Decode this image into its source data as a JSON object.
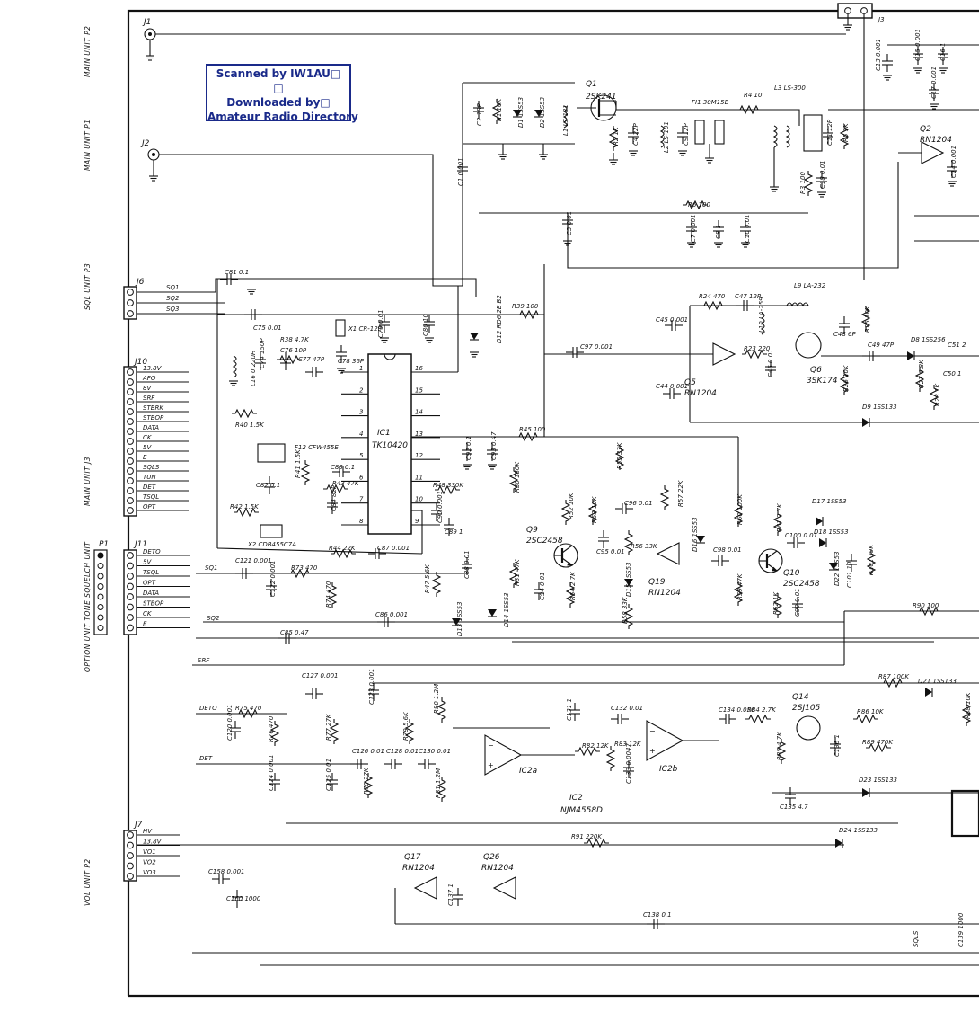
{
  "stamp": {
    "line1": "Scanned by IW1AU□",
    "line2": "□",
    "line3": "Downloaded by□",
    "line4": "Amateur Radio Directory"
  },
  "unit_labels": {
    "main_p2": "MAIN UNIT P2",
    "main_p1": "MAIN UNIT P1",
    "sql_p3": "SQL UNIT P3",
    "main_j3": "MAIN UNIT J3",
    "option": "OPTION UNIT TONE SQUELCH UNIT",
    "vol_p2": "VOL UNIT P2"
  },
  "connectors": {
    "j1": "J1",
    "j2": "J2",
    "j3": "J3",
    "j6": "J6",
    "j10": "J10",
    "j11": "J11",
    "j7": "J7",
    "p1": "P1",
    "j6_pins": [
      "SQ1",
      "SQ2",
      "SQ3"
    ],
    "j10_pins": [
      "13.8V",
      "AFO",
      "8V",
      "SRF",
      "STBRK",
      "STBOP",
      "DATA",
      "CK",
      "5V",
      "E",
      "SQLS",
      "TUN",
      "DET",
      "TSQL",
      "OPT"
    ],
    "j11_pins": [
      "DETO",
      "5V",
      "TSQL",
      "OPT",
      "DATA",
      "STBOP",
      "CK",
      "E"
    ],
    "j7_pins": [
      "HV",
      "13.8V",
      "VO1",
      "VO2",
      "VO3"
    ]
  },
  "ics": {
    "ic1_ref": "IC1",
    "ic1_part": "TK10420",
    "ic2_ref": "IC2",
    "ic2_part": "NJM4558D",
    "ic2a": "IC2a",
    "ic2b": "IC2b",
    "ic1_pins_left": [
      "1",
      "2",
      "3",
      "4",
      "5",
      "6",
      "7",
      "8"
    ],
    "ic1_pins_right": [
      "16",
      "15",
      "14",
      "13",
      "12",
      "11",
      "10",
      "9"
    ]
  },
  "transistors": [
    {
      "ref": "Q1",
      "part": "2SK241"
    },
    {
      "ref": "Q2",
      "part": "RN1204"
    },
    {
      "ref": "Q5",
      "part": "RN1204"
    },
    {
      "ref": "Q6",
      "part": "3SK174"
    },
    {
      "ref": "Q9",
      "part": "2SC2458"
    },
    {
      "ref": "Q19",
      "part": "RN1204"
    },
    {
      "ref": "Q10",
      "part": "2SC2458"
    },
    {
      "ref": "Q14",
      "part": "2SJ105"
    },
    {
      "ref": "Q17",
      "part": "RN1204"
    },
    {
      "ref": "Q26",
      "part": "RN1204"
    }
  ],
  "parts": {
    "c2": "C2 18P",
    "r1": "R1 10K",
    "d1": "D1 1SS53",
    "d2": "D2 1SS53",
    "l1": "L1 LS-181",
    "c1": "C1 0.001",
    "r2": "R2 1K",
    "c4": "C4 22P",
    "l2": "L2 LS-181",
    "c9": "C9 12P",
    "fi1": "FI1 30M15B",
    "r4": "R4 10",
    "l3": "L3 LS-300",
    "c11": "C11 12P",
    "r5": "R5 1K",
    "c13": "C13 0.001",
    "c15": "C15 0.001",
    "c16": "C16 1",
    "c17": "C17 0.001",
    "c14": "C14 0.001",
    "c18": "C18 0.01",
    "r3": "R3 100",
    "r6": "R6 100",
    "c3": "C3 0.01",
    "c7": "C7 0.001",
    "c8": "C8 1",
    "c10": "C10 0.01",
    "c81": "C81 0.1",
    "c75": "C75 0.01",
    "r38": "R38 4.7K",
    "c76": "C76 10P",
    "c74": "C74 150P",
    "l16": "L16 0.22uH",
    "c77": "C77 47P",
    "x1": "X1 CR-120",
    "c78": "C78 36P",
    "c79": "C79 0.01",
    "c80": "C80 10",
    "d12": "D12 RD6.2E B2",
    "r39": "R39 100",
    "r24": "R24 470",
    "c47": "C47 12P",
    "l9": "L9 LA-232",
    "c45": "C45 0.001",
    "l10": "L10 LA-259",
    "c48": "C48 6P",
    "r25": "R25 10K",
    "r23": "R23 220",
    "c46": "C46 0.01",
    "c49": "C49 47P",
    "d8": "D8 1SS256",
    "c51": "C51 2",
    "c97": "C97 0.001",
    "c44": "C44 0.001",
    "r26": "R26 10K",
    "r27": "R27 6.8K",
    "c50": "C50 1",
    "r28": "R28 1K",
    "d9": "D9 1SS133",
    "r40": "R40 1.5K",
    "f12": "F12 CFW455E",
    "r41": "R41 1.5K",
    "c83": "C83 0.1",
    "c82": "C82 0.1",
    "r43": "R43 47K",
    "r42": "R42 1.5K",
    "c84": "C84 82P",
    "x2": "X2 CDB455C7A",
    "r44": "R44 22K",
    "c87": "C87 0.001",
    "r45": "R45 100",
    "c92": "C92 0.1",
    "c93": "C93 0.47",
    "r48": "R48 330K",
    "c90": "C90 0.001",
    "c89": "C89 1",
    "r47": "R47 5.6K",
    "c88": "C88 0.01",
    "d13": "D13 1SS53",
    "d14": "D14 1SS53",
    "r55": "R55 33K",
    "r30": "R30 180K",
    "r52": "R52 10K",
    "r53": "R53 10K",
    "c96": "C96 0.01",
    "r57": "R57 22K",
    "c95": "C95 0.01",
    "r56": "R56 33K",
    "d16": "D16 1SS53",
    "d15": "D15 1SS53",
    "r31": "R31 47K",
    "c94": "C94 0.01",
    "r54": "R54 2.7K",
    "r58": "R58 33K",
    "c98": "C98 0.01",
    "r60": "R60 100K",
    "r59": "R59 47K",
    "r61": "R61 2.7K",
    "c100": "C100 0.01",
    "d17": "D17 1SS53",
    "d18": "D18 1SS53",
    "d22": "D22 1SS53",
    "c101": "C101 10",
    "r101": "R101 39K",
    "r62": "R62 1K",
    "c99": "C99 0.01",
    "c121": "C121 0.001",
    "r73": "R73 470",
    "c122": "C122 0.001",
    "r74": "R74 470",
    "c86": "C86 0.001",
    "c85": "C85 0.47",
    "r90": "R90 100",
    "c127": "C127 0.001",
    "r75": "R75 470",
    "c123": "C123 0.001",
    "c120": "C120 0.001",
    "r76": "R76 470",
    "r77": "R77 27K",
    "c124": "C124 0.001",
    "c126": "C126 0.01",
    "c128": "C128 0.01",
    "c125": "C125 0.01",
    "r78": "R78 27K",
    "r79": "R79 5.6K",
    "c130": "C130 0.01",
    "r80": "R80 1.2M",
    "r81": "R81 1.2M",
    "c131": "C131 1",
    "c132": "C132 0.01",
    "r82": "R82 12K",
    "r83": "R83 12K",
    "c133": "C133 0.0047",
    "c134": "C134 0.056",
    "r84": "R84 2.7K",
    "r86": "R86 10K",
    "r85": "R85 4.7K",
    "c135": "C135 4.7",
    "r89": "R89 470K",
    "c136": "C136 1",
    "r87": "R87 100K",
    "d21": "D21 1SS133",
    "r88": "R88 10K",
    "d23": "D23 1SS133",
    "d24": "D24 1SS133",
    "r91": "R91 220K",
    "c158": "C158 0.001",
    "c160": "C160 1000",
    "c137": "C137 1",
    "c138": "C138 0.1",
    "c139": "C139 1000"
  },
  "nets": {
    "sq1": "SQ1",
    "sq2": "SQ2",
    "srf": "SRF",
    "deto": "DETO",
    "det": "DET",
    "sqls": "SQLS"
  }
}
